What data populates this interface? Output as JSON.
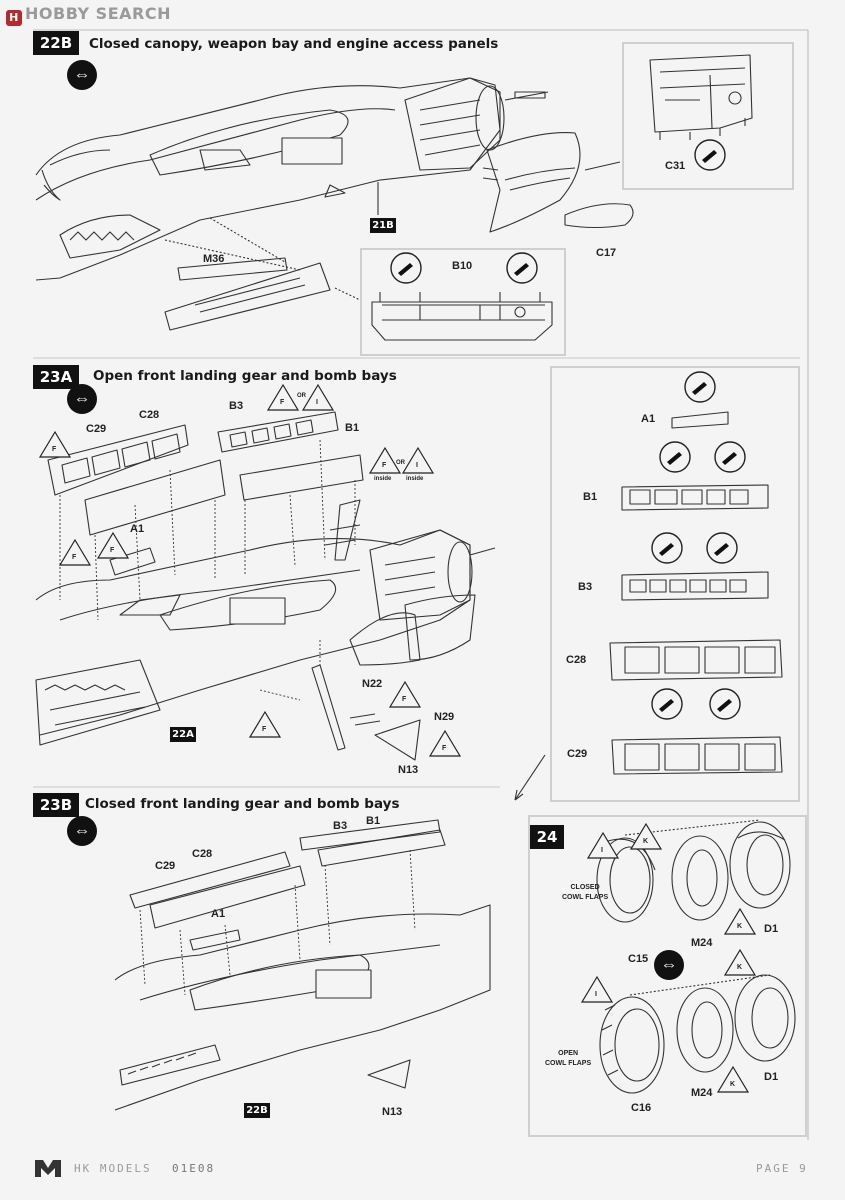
{
  "watermark": {
    "logo": "H",
    "text": "HOBBY SEARCH"
  },
  "steps": {
    "s22b": {
      "number": "22B",
      "title": "Closed canopy, weapon bay and engine access panels"
    },
    "s23a": {
      "number": "23A",
      "title": "Open front landing gear and bomb bays"
    },
    "s23b": {
      "number": "23B",
      "title": "Closed front landing gear and bomb bays"
    },
    "s24": {
      "number": "24"
    }
  },
  "rotate_symbol": "⇔",
  "refs": {
    "r21b": "21B",
    "r22a": "22A",
    "r22b": "22B"
  },
  "parts": {
    "m36": "M36",
    "c31": "C31",
    "c17": "C17",
    "b10": "B10",
    "a1": "A1",
    "b1": "B1",
    "b3": "B3",
    "c28": "C28",
    "c29": "C29",
    "n22": "N22",
    "n29": "N29",
    "n13": "N13",
    "c15": "C15",
    "m24": "M24",
    "d1": "D1",
    "c16": "C16"
  },
  "markers": {
    "f": "F",
    "i": "I",
    "k": "K",
    "or": "OR",
    "inside": "inside"
  },
  "cowl": {
    "closed": "CLOSED\nCOWL FLAPS",
    "closed_1": "CLOSED",
    "closed_2": "COWL FLAPS",
    "open_1": "OPEN",
    "open_2": "COWL FLAPS"
  },
  "footer": {
    "brand": "HK MODELS",
    "code": "01E08",
    "page": "PAGE 9"
  },
  "colors": {
    "accent": "#111111",
    "line": "#333333",
    "frame": "#cfcfcf",
    "paper": "#f4f4f4"
  }
}
